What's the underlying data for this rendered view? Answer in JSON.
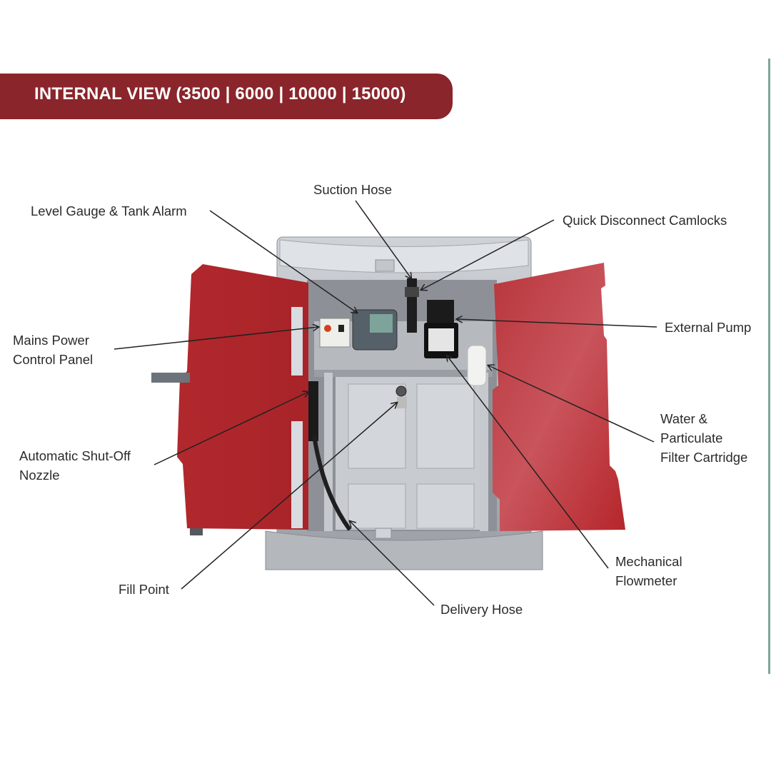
{
  "header": {
    "title": "INTERNAL VIEW (3500 | 6000 | 10000 | 15000)",
    "band_color": "#8a252b"
  },
  "diagram": {
    "subject": "fuel tank cabinet internal view with doors open",
    "colors": {
      "door_red": "#b3282d",
      "cabinet_grey": "#a9adb2",
      "panel_light": "#c9cdd2",
      "side_rule": "#7fa69a"
    },
    "labels": {
      "suction_hose": "Suction Hose",
      "level_gauge": "Level Gauge & Tank Alarm",
      "quick_disconnect": "Quick Disconnect Camlocks",
      "mains_power_1": "Mains Power",
      "mains_power_2": "Control Panel",
      "external_pump": "External Pump",
      "water_filter_1": "Water &",
      "water_filter_2": "Particulate",
      "water_filter_3": "Filter Cartridge",
      "nozzle_1": "Automatic Shut-Off",
      "nozzle_2": "Nozzle",
      "flowmeter_1": "Mechanical",
      "flowmeter_2": "Flowmeter",
      "fill_point": "Fill Point",
      "delivery_hose": "Delivery Hose"
    }
  }
}
